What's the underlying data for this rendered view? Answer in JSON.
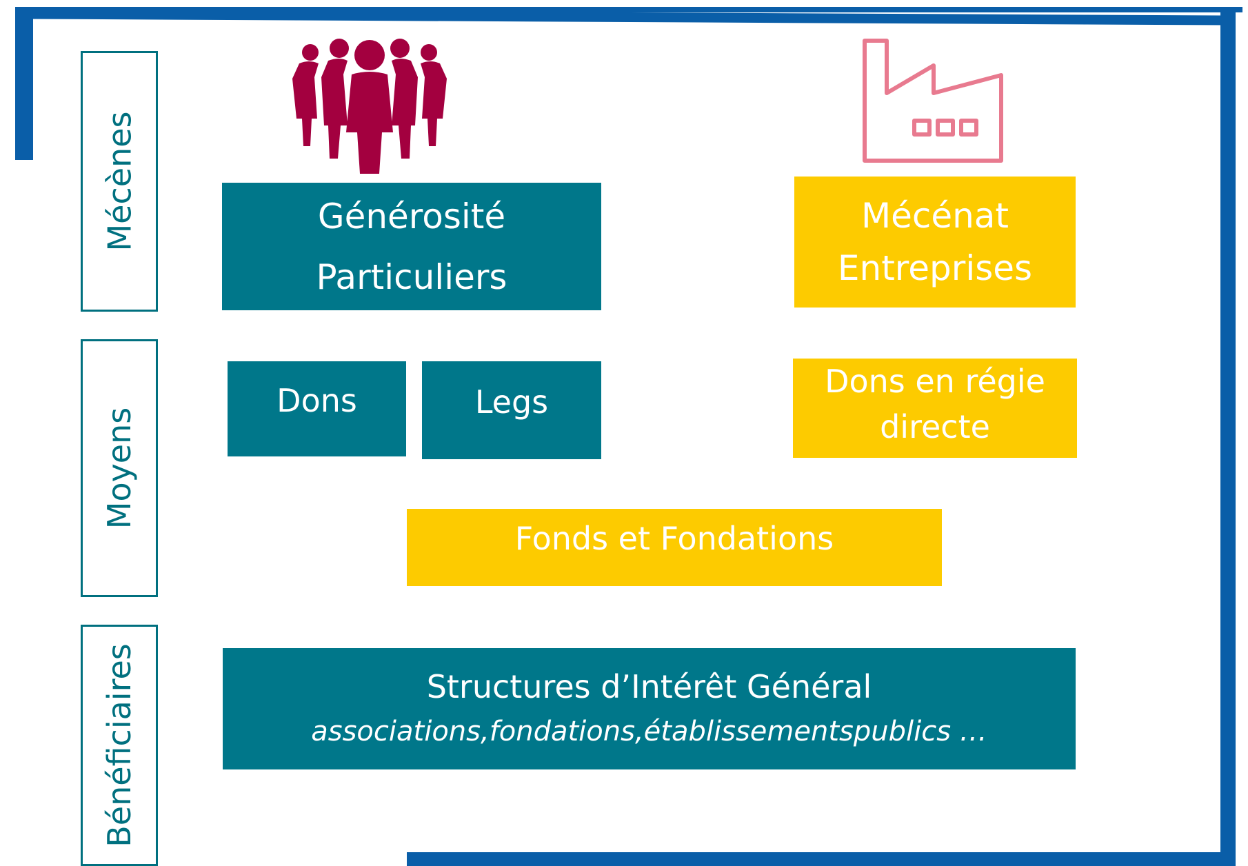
{
  "colors": {
    "frame": "#0a5ea8",
    "teal": "#00778a",
    "yellow": "#fdcb00",
    "people_icon": "#a3003f",
    "factory_icon": "#e87a8f",
    "label_border": "#00707f"
  },
  "row_labels": {
    "mecenes": "Mécènes",
    "moyens": "Moyens",
    "beneficiaires": "Bénéficiaires"
  },
  "icons": {
    "people": "people-group-icon",
    "factory": "factory-icon"
  },
  "boxes": {
    "generosite_line1": "Générosité",
    "generosite_line2": "Particuliers",
    "mecenat_line1": "Mécénat",
    "mecenat_line2": "Entreprises",
    "dons": "Dons",
    "legs": "Legs",
    "regie_line1": "Dons en régie",
    "regie_line2": "directe",
    "fonds": "Fonds et Fondations",
    "structures_title": "Structures d’Intérêt Général",
    "structures_sub": "associations,fondations,établissementspublics …"
  }
}
